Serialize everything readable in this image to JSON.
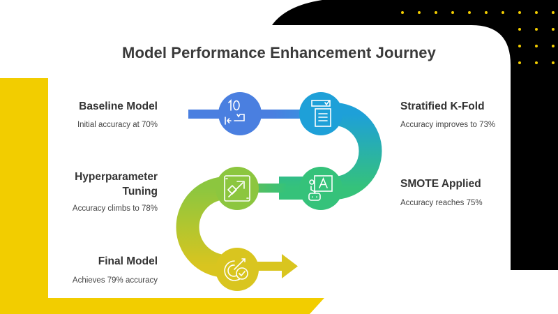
{
  "title": "Model Performance Enhancement Journey",
  "steps": [
    {
      "id": "baseline",
      "title": "Baseline Model",
      "description": "Initial accuracy at 70%",
      "accuracy": 70,
      "icon": "ten-back-arrow-icon",
      "color": "#4a7fe0"
    },
    {
      "id": "kfold",
      "title": "Stratified K-Fold",
      "description": "Accuracy improves to 73%",
      "accuracy": 73,
      "icon": "document-checklist-icon",
      "color": "#1ea0d8"
    },
    {
      "id": "smote",
      "title": "SMOTE Applied",
      "description": "Accuracy reaches 75%",
      "accuracy": 75,
      "icon": "robot-letter-a-icon",
      "color": "#35c27a"
    },
    {
      "id": "hyper",
      "title": "Hyperparameter\nTuning",
      "description": "Accuracy climbs to 78%",
      "accuracy": 78,
      "icon": "tuning-arrow-icon",
      "color": "#8cc63f"
    },
    {
      "id": "final",
      "title": "Final Model",
      "description": "Achieves 79% accuracy",
      "accuracy": 79,
      "icon": "target-check-icon",
      "color": "#d9c51f"
    }
  ],
  "colors": {
    "accent_yellow": "#f2cd00",
    "black": "#000000",
    "dots": "#f2cd00",
    "title": "#3a3a3a"
  }
}
